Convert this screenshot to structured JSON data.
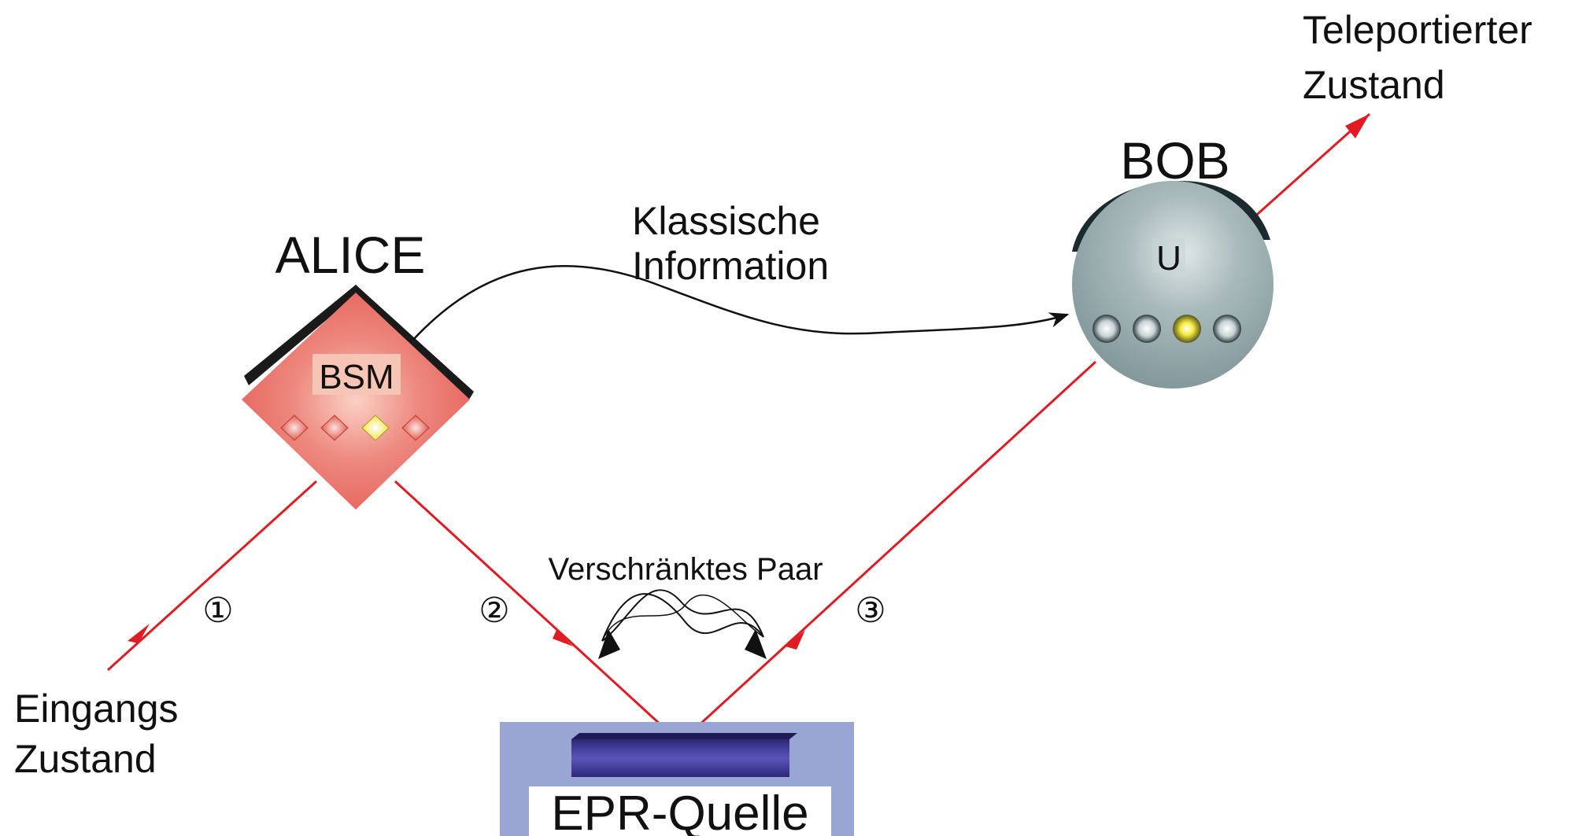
{
  "labels": {
    "alice": "ALICE",
    "bsm": "BSM",
    "bob": "BOB",
    "bob_unitary": "U",
    "classical_line1": "Klassische",
    "classical_line2": "Information",
    "teleported_line1": "Teleportierter",
    "teleported_line2": "Zustand",
    "input_line1": "Eingangs",
    "input_line2": "Zustand",
    "entangled_pair": "Verschränktes Paar",
    "epr_source": "EPR-Quelle",
    "beam1": "①",
    "beam2": "②",
    "beam3": "③"
  },
  "colors": {
    "beam": "#e11b22",
    "alice_fill": "#e9736b",
    "bsm_box": "#f6c5b5",
    "bob_sphere": "#8ea3a6",
    "epr_panel": "#99a6d4",
    "epr_crystal": "#3f3896",
    "indicator_lit": "#f4ec3c"
  },
  "detectors": {
    "alice_lit_index": 2,
    "bob_lit_index": 2,
    "count": 4
  }
}
